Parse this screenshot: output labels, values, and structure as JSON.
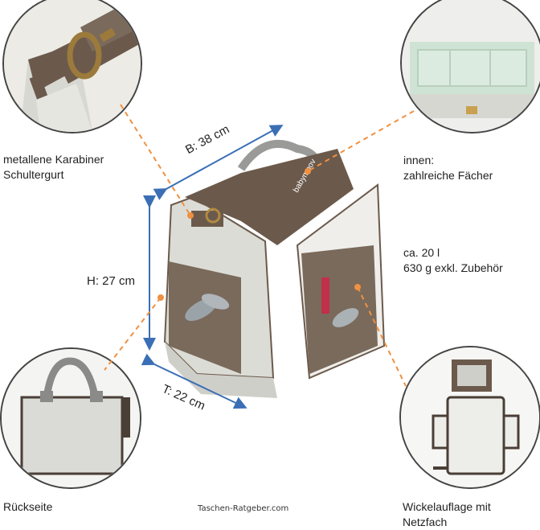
{
  "labels": {
    "carabiner": [
      "metallene Karabiner",
      "Schultergurt"
    ],
    "inside": [
      "innen:",
      "zahlreiche Fächer"
    ],
    "specs": [
      "ca. 20 l",
      "630 g exkl. Zubehör"
    ],
    "back": "Rückseite",
    "changing_pad": [
      "Wickelauflage mit",
      "Netzfach"
    ],
    "credit": "Taschen-Ratgeber.com",
    "brand": "babymoov"
  },
  "dimensions": {
    "width": "B: 38 cm",
    "height": "H: 27 cm",
    "depth": "T: 22 cm"
  },
  "colors": {
    "bag_brown": "#6b5a4c",
    "bag_light": "#dcdcd6",
    "dimension_arrow": "#3a6fb5",
    "dashed_leader": "#f09040",
    "handle_grey": "#9a9a98",
    "circle_border": "#444444",
    "mint_interior": "#cfe3d4"
  },
  "icons": [
    "carabiner-hook-icon",
    "leaf-pattern-icon"
  ]
}
